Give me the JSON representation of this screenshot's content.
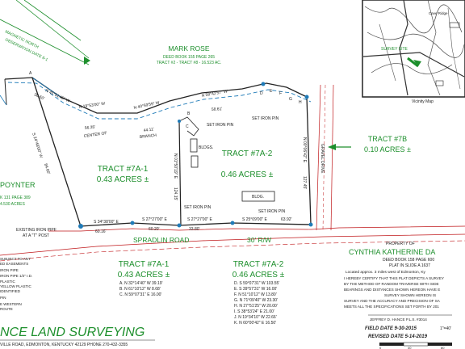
{
  "north": {
    "mag": "MAGNETIC NORTH",
    "obs": "OBSERVATION DATE 6-1"
  },
  "mark_rose": {
    "name": "MARK ROSE",
    "deed": "DEED BOOK 155 PAGE 265",
    "tracts": "TRACT #2 - TRACT #8 - 16.523 AC."
  },
  "stream": {
    "center": "CENTER OF",
    "branch": "BRANCH"
  },
  "creek_bearings": [
    "N 45°51'45\" W",
    "N 19°53'00\" W",
    "N 40°59'59\" W",
    "N 58°42'57\" W"
  ],
  "creek_dists": [
    "36.60'",
    "56.35'",
    "44.11'",
    "58.61'"
  ],
  "iron_pin": "SET IRON PIN",
  "bldgs": "BLDGS.",
  "bldg": "BLDG.",
  "tract_7a1": {
    "name": "TRACT #7A-1",
    "acres": "0.43 ACRES ±"
  },
  "tract_7a2": {
    "name": "TRACT #7A-2",
    "acres": "0.46 ACRES ±"
  },
  "tract_7b": {
    "name": "TRACT #7B",
    "acres": "0.10 ACRES ±"
  },
  "west_line": {
    "bearing": "S 24°48'00\" W",
    "dist": "84.60'"
  },
  "middle_line": {
    "bearing": "N 01°50'19\" E",
    "dist": "124.15'"
  },
  "east_line": {
    "bearing": "N 00°06'42\" E",
    "dist": "127.45'"
  },
  "gravel": "GRAVEL DRIVE",
  "poynter": {
    "name": "POYNTER",
    "deed": "K 131 PAGE 389",
    "acres": "4.530 ACRES"
  },
  "existing_pin": {
    "line1": "EXISTING IRON PIPE",
    "line2": "AT A \"T\" POST"
  },
  "road_calls": [
    {
      "bearing": "S 34°38'00\" E",
      "dist": "60.16'"
    },
    {
      "bearing": "S 27°27'00\" E",
      "dist": "60.20'"
    },
    {
      "bearing": "S 27°27'00\" E",
      "dist": "33.80'"
    },
    {
      "bearing": "S 25°09'00\" E",
      "dist": "63.92'"
    }
  ],
  "road": {
    "name": "SPRADLIN ROAD",
    "row": "30' R/W"
  },
  "cynthia": {
    "prop": "PROPERTY OF",
    "name": "CYNTHIA KATHERINE DA",
    "deed": "DEED BOOK 158 PAGE 600",
    "slide": "PLAT IN SLIDE A 1637"
  },
  "location": "Located approx. 3 miles west of Edmonton, Ky",
  "cert_lines": [
    "I HEREBY CERTIFY THAT THIS PLAT DEPICTS A SURVEY",
    "BY THE METHOD OF RANDOM TRAVERSE WITH SIDE",
    "BEARINGS AND DISTANCES SHOWN HEREON HAVE E",
    "SURVEY SHOWN HEREON IS",
    "SURVEY AND THE ACCURACY AND PRECISION OF SA",
    "MEETS ALL THE SPECIFICATIONS SET FORTH BY 201"
  ],
  "bottom_7a1": {
    "name": "TRACT #7A-1",
    "acres": "0.43 ACRES ±",
    "calls": [
      "A. N 32°14'40\" W  39.19'",
      "B. N 61°10'12\" W  8.68'",
      "C. N 59°07'31\" E  16.00'"
    ]
  },
  "bottom_7a2": {
    "name": "TRACT #7A-2",
    "acres": "0.46 ACRES ±",
    "calls": [
      "D. S 59°07'31\" W  103.55'",
      "E. S 39°57'31\" W  16.00'",
      "F. N 51°10'12\" W  13.80'",
      "G. N 71°09'40\" W  23.30'",
      "H. N 27°51'25\" W  20.00'",
      "I. S 38°53'24\" E  21.00'",
      "J. N 19°34'10\" W  22.66'",
      "K. N 60°00'42\" E  16.50'"
    ]
  },
  "left_notes": [
    "SUBJECT TO ANY",
    "ED EASEMENTS",
    "IRON PIPE",
    "IRON PIPE 1/2\" I.D.",
    "PLASTIC",
    "YELLOW PLASTIC",
    "IDENTIFIED",
    "PIN",
    "E WESTERN",
    "ROUTE"
  ],
  "company": "NCE LAND SURVEYING",
  "company_addr": "VILLE ROAD, EDMONTON, KENTUCKY 42129 PHONE 270-432-3355",
  "surveyor": "JEFFREY D. HANCE P.L.S. #3014",
  "field_date": "FIELD DATE 9-30-2015",
  "revised": "REVISED DATE 5-14-2019",
  "scale_text": "1\"=40'",
  "scale_ticks": [
    "0",
    "40",
    "80"
  ],
  "vicinity": {
    "label": "Vicinity Map",
    "site": "SURVEY SITE",
    "town": "Cave Ridge"
  },
  "point_letters": [
    "A",
    "B",
    "C",
    "D",
    "E",
    "F",
    "G",
    "H"
  ],
  "colors": {
    "green": "#1d8f2c",
    "red": "#c0181b",
    "cyan": "#1f7bb8",
    "black": "#222222"
  }
}
